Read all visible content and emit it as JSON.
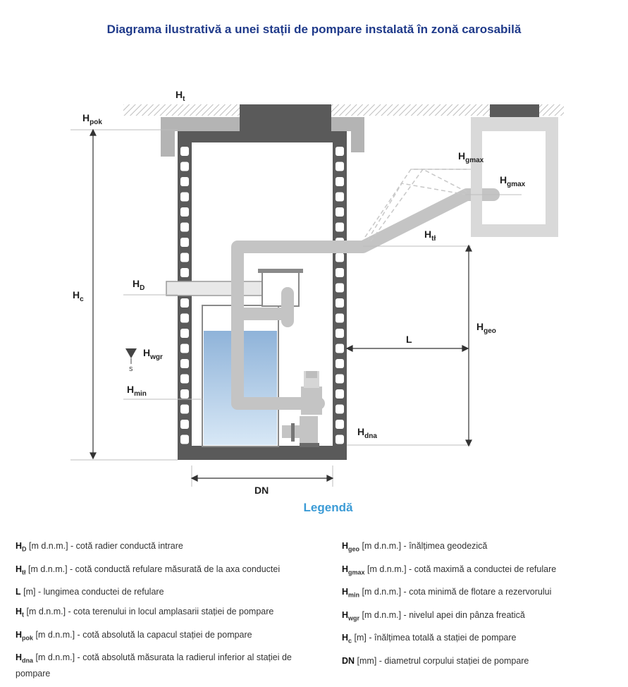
{
  "title": "Diagrama ilustrativă a unei stații de pompare instalată în zonă carosabilă",
  "labels": {
    "ht": {
      "main": "H",
      "sub": "t"
    },
    "hpok": {
      "main": "H",
      "sub": "pok"
    },
    "hc": {
      "main": "H",
      "sub": "c"
    },
    "hd": {
      "main": "H",
      "sub": "D"
    },
    "hwgr": {
      "main": "H",
      "sub": "wgr"
    },
    "hwgr_s": "S",
    "hmin": {
      "main": "H",
      "sub": "min"
    },
    "hdna": {
      "main": "H",
      "sub": "dna"
    },
    "hgmax1": {
      "main": "H",
      "sub": "gmax"
    },
    "hgmax2": {
      "main": "H",
      "sub": "gmax"
    },
    "htl": {
      "main": "H",
      "sub": "tł"
    },
    "hgeo": {
      "main": "H",
      "sub": "geo"
    },
    "l": "L",
    "dn": "DN"
  },
  "legend": {
    "title": "Legendă",
    "left": [
      {
        "sym": "H",
        "sub": "D",
        "text": " [m d.n.m.] - cotă radier conductă intrare"
      },
      {
        "sym": "H",
        "sub": "tł",
        "text": " [m d.n.m.] - cotă conductă refulare măsurată de la axa conductei"
      },
      {
        "sym": "L",
        "sub": "",
        "text": " [m] - lungimea conductei de refulare"
      },
      {
        "sym": "H",
        "sub": "t",
        "text": " [m d.n.m.] - cota terenului in locul amplasarii stației de pompare"
      },
      {
        "sym": "H",
        "sub": "pok",
        "text": " [m d.n.m.] - cotă absolută la capacul stației de pompare"
      },
      {
        "sym": "H",
        "sub": "dna",
        "text": " [m d.n.m.] - cotă absolută măsurata la radierul inferior al stației de pompare"
      }
    ],
    "right": [
      {
        "sym": "H",
        "sub": "geo",
        "text": " [m d.n.m.] - înălțimea geodezică"
      },
      {
        "sym": "H",
        "sub": "gmax",
        "text": " [m d.n.m.] - cotă maximă a conductei de refulare"
      },
      {
        "sym": "H",
        "sub": "min",
        "text": " [m d.n.m.] - cota minimă de flotare a rezervorului"
      },
      {
        "sym": "H",
        "sub": "wgr",
        "text": " [m d.n.m.] - nivelul apei din pânza freatică"
      },
      {
        "sym": "H",
        "sub": "c",
        "text": " [m] - înălțimea totală a stației de pompare"
      },
      {
        "sym": "DN",
        "sub": "",
        "text": " [mm] - diametrul corpului stației de pompare"
      }
    ]
  },
  "colors": {
    "title": "#1f3a8a",
    "legend_title": "#3b9bd6",
    "wall": "#5a5a5a",
    "pipe": "#c4c4c4",
    "water_top": "#8fb3d9",
    "water_bottom": "#d8e8f6"
  }
}
